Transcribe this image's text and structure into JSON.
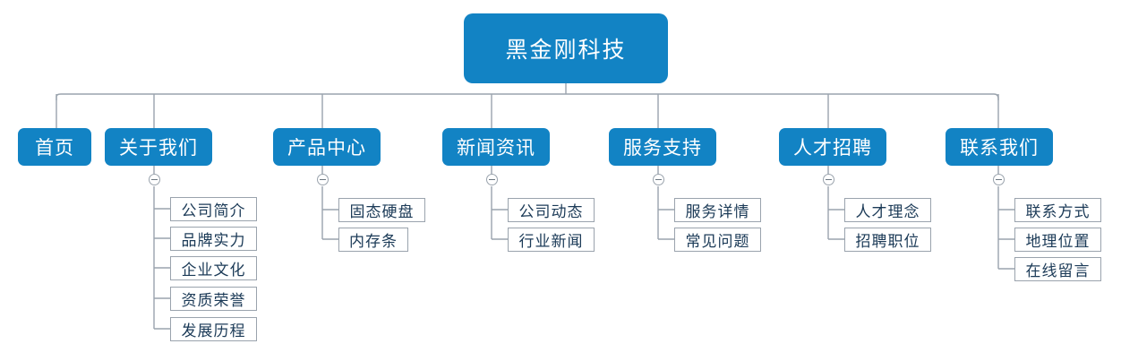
{
  "diagram": {
    "type": "sitemap-tree",
    "root": {
      "label": "黑金刚科技"
    },
    "colors": {
      "node_fill": "#1283c4",
      "node_text": "#ffffff",
      "leaf_fill": "#ffffff",
      "leaf_border": "#9aa3ad",
      "leaf_text": "#1b3a57",
      "connector": "#9aa3ad",
      "background": "#ffffff"
    },
    "sections": [
      {
        "label": "首页",
        "has_toggle": false,
        "children": []
      },
      {
        "label": "关于我们",
        "has_toggle": true,
        "toggle_icon": "minus-circle-icon",
        "children": [
          {
            "label": "公司简介"
          },
          {
            "label": "品牌实力"
          },
          {
            "label": "企业文化"
          },
          {
            "label": "资质荣誉"
          },
          {
            "label": "发展历程"
          }
        ]
      },
      {
        "label": "产品中心",
        "has_toggle": true,
        "toggle_icon": "minus-circle-icon",
        "children": [
          {
            "label": "固态硬盘"
          },
          {
            "label": "内存条"
          }
        ]
      },
      {
        "label": "新闻资讯",
        "has_toggle": true,
        "toggle_icon": "minus-circle-icon",
        "children": [
          {
            "label": "公司动态"
          },
          {
            "label": "行业新闻"
          }
        ]
      },
      {
        "label": "服务支持",
        "has_toggle": true,
        "toggle_icon": "minus-circle-icon",
        "children": [
          {
            "label": "服务详情"
          },
          {
            "label": "常见问题"
          }
        ]
      },
      {
        "label": "人才招聘",
        "has_toggle": true,
        "toggle_icon": "minus-circle-icon",
        "children": [
          {
            "label": "人才理念"
          },
          {
            "label": "招聘职位"
          }
        ]
      },
      {
        "label": "联系我们",
        "has_toggle": true,
        "toggle_icon": "minus-circle-icon",
        "children": [
          {
            "label": "联系方式"
          },
          {
            "label": "地理位置"
          },
          {
            "label": "在线留言"
          }
        ]
      }
    ]
  }
}
